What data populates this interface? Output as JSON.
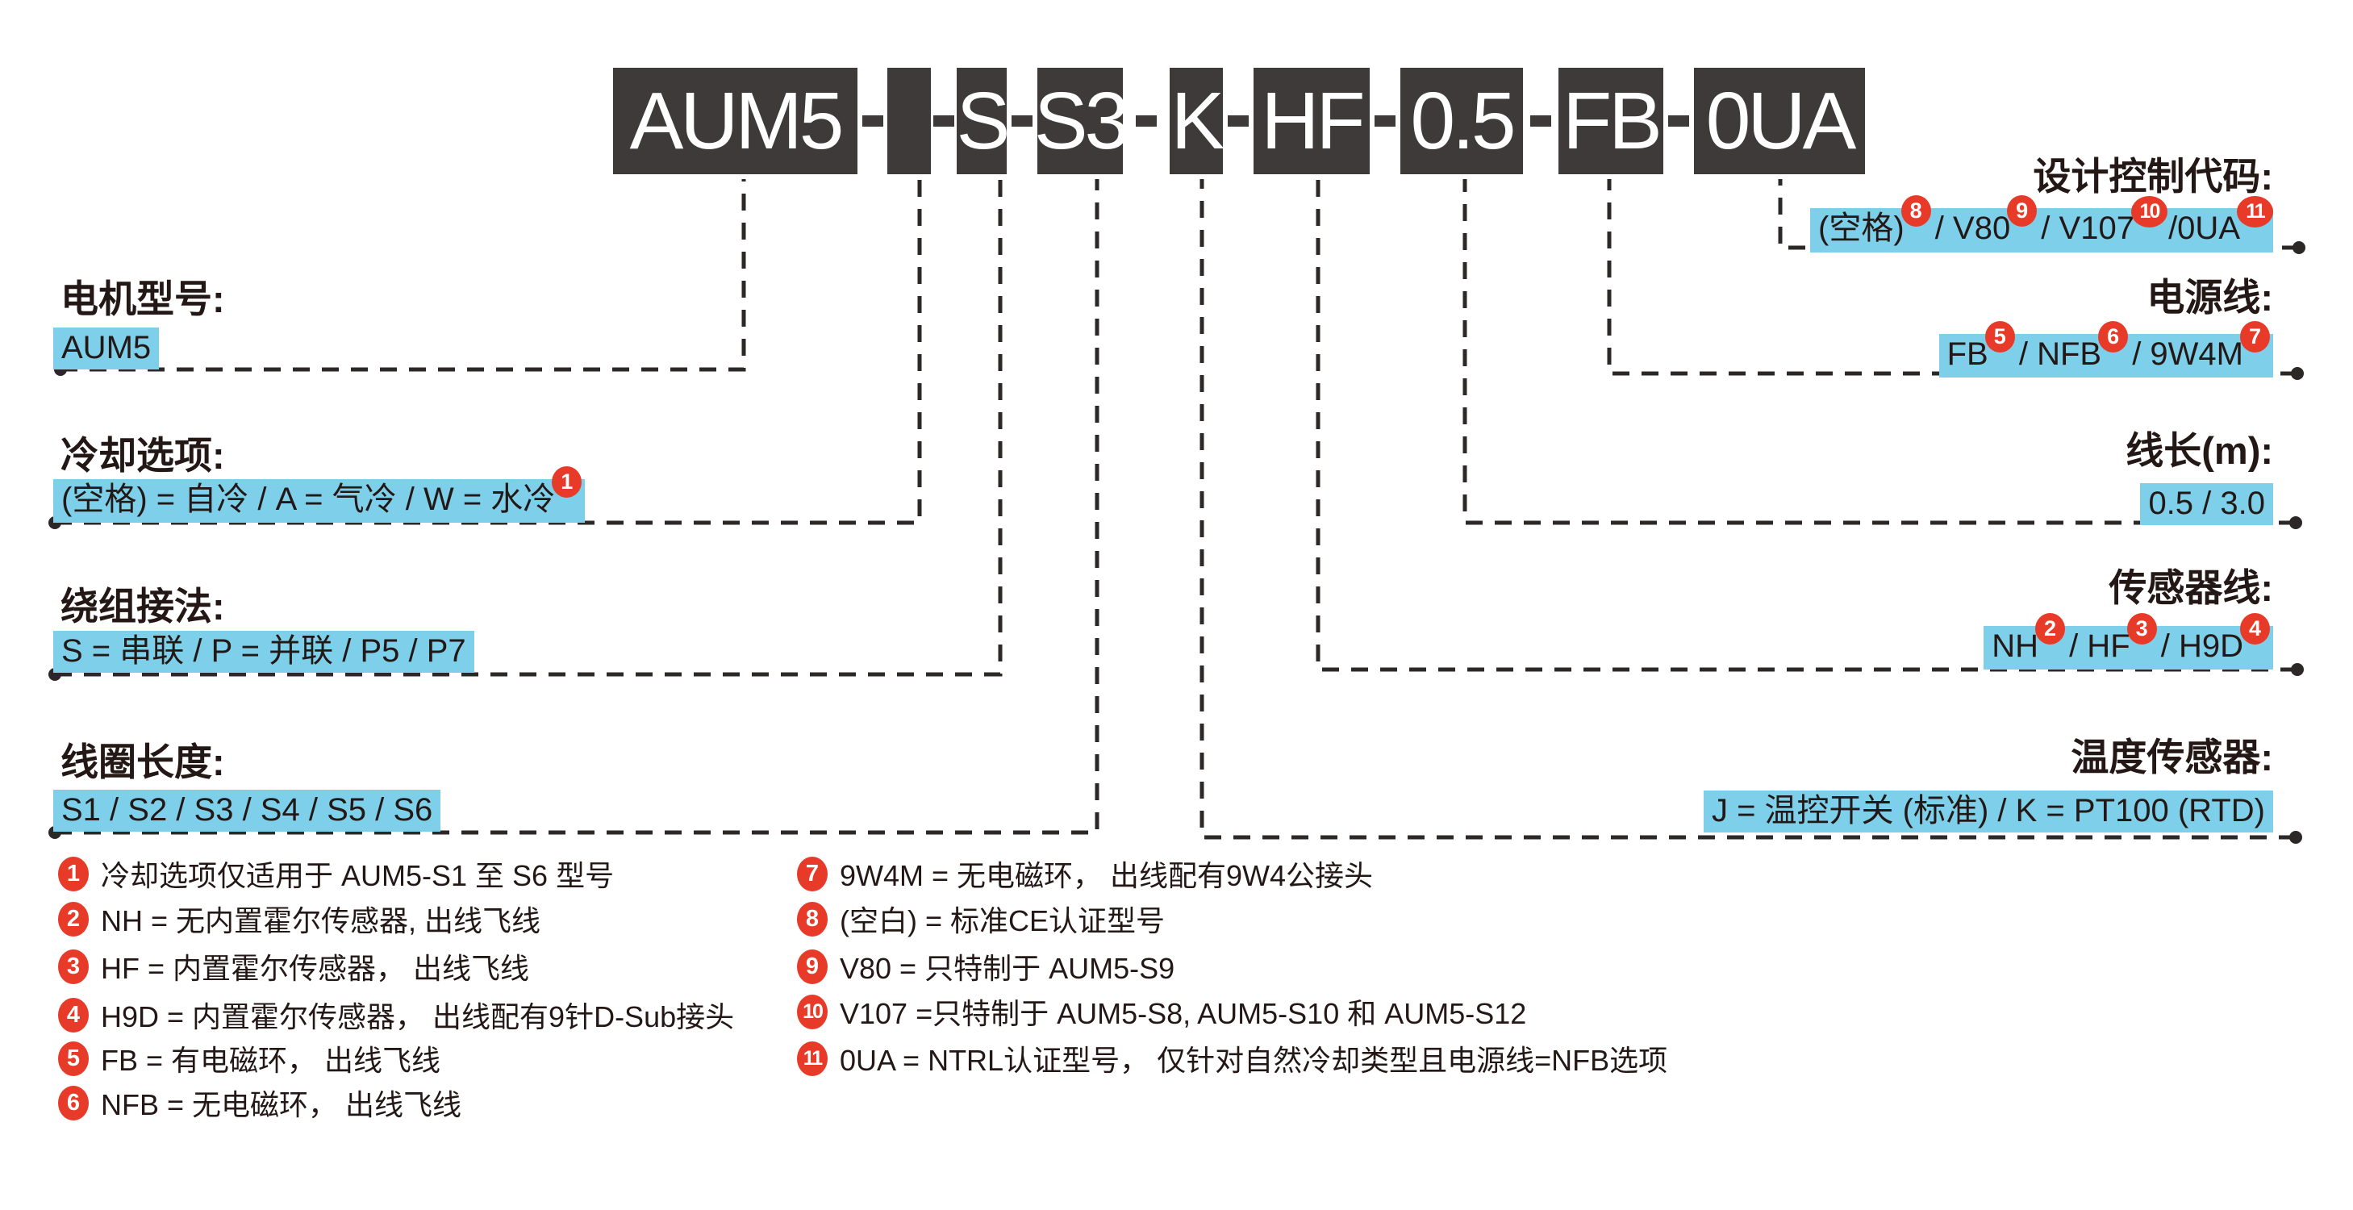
{
  "model_code": {
    "separator": "-",
    "segments": [
      "AUM5",
      "",
      "S",
      "S3",
      "K",
      "HF",
      "0.5",
      "FB",
      "0UA"
    ]
  },
  "left_sections": [
    {
      "heading": "电机型号:",
      "parts": [
        {
          "text": "AUM5"
        }
      ]
    },
    {
      "heading": "冷却选项:",
      "parts": [
        {
          "text": "(空格) = 自冷 / A = 气冷 / W = 水冷"
        },
        {
          "badge": "1"
        }
      ]
    },
    {
      "heading": "绕组接法:",
      "parts": [
        {
          "text": "S = 串联 / P = 并联 / P5 / P7"
        }
      ]
    },
    {
      "heading": "线圈长度:",
      "parts": [
        {
          "text": "S1 / S2 / S3 / S4 / S5 / S6"
        }
      ]
    }
  ],
  "right_sections": [
    {
      "heading": "设计控制代码:",
      "parts": [
        {
          "text": "(空格)"
        },
        {
          "badge": "8"
        },
        {
          "text": " / V80"
        },
        {
          "badge": "9"
        },
        {
          "text": " / V107"
        },
        {
          "badge": "10"
        },
        {
          "text": " /0UA"
        },
        {
          "badge": "11"
        }
      ]
    },
    {
      "heading": "电源线:",
      "parts": [
        {
          "text": "FB"
        },
        {
          "badge": "5"
        },
        {
          "text": " / NFB"
        },
        {
          "badge": "6"
        },
        {
          "text": " / 9W4M"
        },
        {
          "badge": "7"
        }
      ]
    },
    {
      "heading": "线长(m):",
      "parts": [
        {
          "text": "0.5 / 3.0"
        }
      ]
    },
    {
      "heading": "传感器线:",
      "parts": [
        {
          "text": "NH"
        },
        {
          "badge": "2"
        },
        {
          "text": " / HF"
        },
        {
          "badge": "3"
        },
        {
          "text": " / H9D"
        },
        {
          "badge": "4"
        }
      ]
    },
    {
      "heading": "温度传感器:",
      "parts": [
        {
          "text": "J = 温控开关 (标准) / K = PT100 (RTD)"
        }
      ]
    }
  ],
  "footnotes": [
    {
      "num": "1",
      "text": "冷却选项仅适用于 AUM5-S1 至 S6 型号"
    },
    {
      "num": "2",
      "text": "NH = 无内置霍尔传感器, 出线飞线"
    },
    {
      "num": "3",
      "text": "HF = 内置霍尔传感器， 出线飞线"
    },
    {
      "num": "4",
      "text": "H9D = 内置霍尔传感器， 出线配有9针D-Sub接头"
    },
    {
      "num": "5",
      "text": "FB = 有电磁环， 出线飞线"
    },
    {
      "num": "6",
      "text": "NFB = 无电磁环， 出线飞线"
    },
    {
      "num": "7",
      "text": "9W4M = 无电磁环， 出线配有9W4公接头"
    },
    {
      "num": "8",
      "text": "(空白) = 标准CE认证型号"
    },
    {
      "num": "9",
      "text": "V80 = 只特制于 AUM5-S9"
    },
    {
      "num": "10",
      "text": "V107 =只特制于 AUM5-S8, AUM5-S10 和 AUM5-S12"
    },
    {
      "num": "11",
      "text": "0UA = NTRL认证型号， 仅针对自然冷却类型且电源线=NFB选项"
    }
  ],
  "colors": {
    "highlight_cyan": "#7ECFE9",
    "badge_red": "#E83A28",
    "box_dark": "#3E3A39",
    "text_black": "#231815",
    "line_black": "#2B2827"
  }
}
